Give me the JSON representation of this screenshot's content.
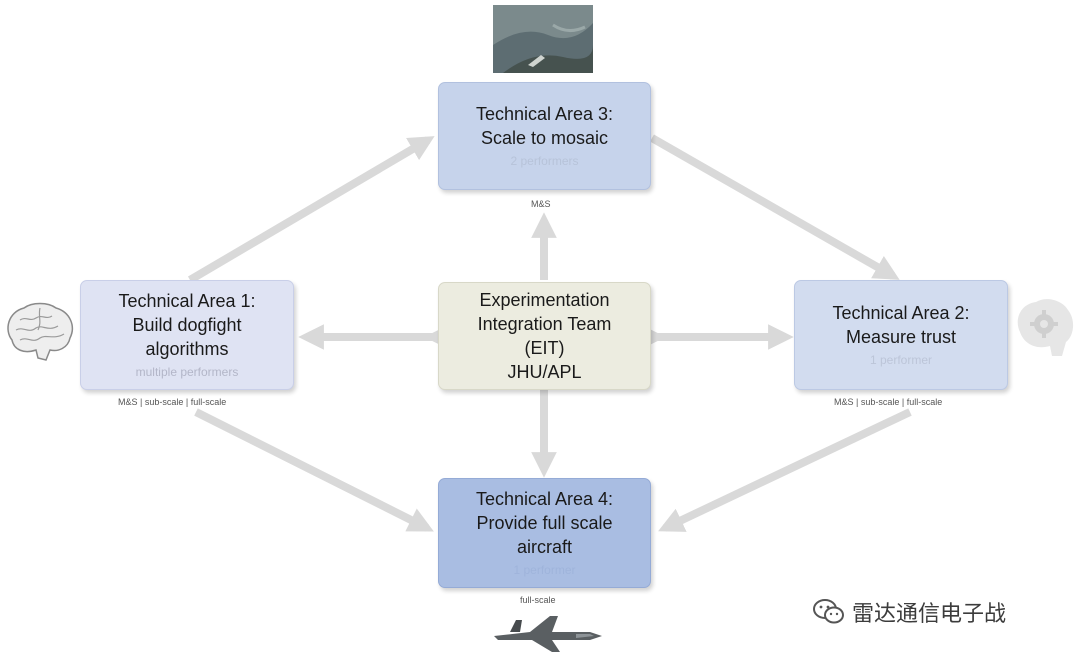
{
  "ta3": {
    "title_line1": "Technical Area 3:",
    "title_line2": "Scale to mosaic",
    "performers": "2 performers",
    "scale": "M&S"
  },
  "ta1": {
    "title_line1": "Technical Area 1:",
    "title_line2": "Build dogfight",
    "title_line3": "algorithms",
    "performers": "multiple performers",
    "scale": "M&S | sub-scale | full-scale"
  },
  "eit": {
    "line1": "Experimentation",
    "line2": "Integration Team",
    "line3": "(EIT)",
    "line4": "JHU/APL"
  },
  "ta2": {
    "title_line1": "Technical Area 2:",
    "title_line2": "Measure trust",
    "performers": "1 performer",
    "scale": "M&S | sub-scale | full-scale"
  },
  "ta4": {
    "title_line1": "Technical Area 4:",
    "title_line2": "Provide full scale",
    "title_line3": "aircraft",
    "performers": "1 performer",
    "scale": "full-scale"
  },
  "watermark": {
    "text": "雷达通信电子战"
  },
  "colors": {
    "arrow": "#d9d9d9",
    "ta1_fill": "#dfe3f3",
    "ta2_fill": "#d2dcef",
    "ta3_fill": "#c6d3eb",
    "ta4_fill": "#a9bde2",
    "eit_fill": "#ecece0"
  },
  "icons": [
    "brain-icon",
    "brain-gear-icon",
    "aerial-photo-icon",
    "fighter-jet-icon",
    "wechat-icon"
  ]
}
